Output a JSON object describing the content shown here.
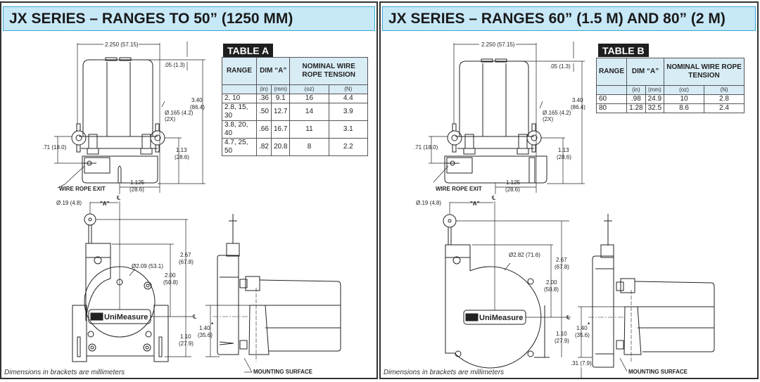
{
  "panels": [
    {
      "title": "JX SERIES – RANGES TO 50” (1250 MM)",
      "table": {
        "title": "TABLE A",
        "headers": {
          "range": "RANGE",
          "dim": "DIM “A”",
          "tension": "NOMINAL WIRE ROPE TENSION"
        },
        "units": [
          "(in)",
          "(mm)",
          "(oz)",
          "(N)"
        ],
        "rows": [
          [
            "2, 10",
            ".36",
            "9.1",
            "16",
            "4.4"
          ],
          [
            "2.8, 15, 30",
            ".50",
            "12.7",
            "14",
            "3.9"
          ],
          [
            "3.8, 20, 40",
            ".66",
            "16.7",
            "11",
            "3.1"
          ],
          [
            "4.7, 25, 50",
            ".82",
            "20.8",
            "8",
            "2.2"
          ]
        ]
      },
      "dims": {
        "width_top": "2.250 (57.15)",
        "gap": ".05 (1.3)",
        "height_total_in": "3.40",
        "height_total_mm": "(86.4)",
        "hole": "Ø.165 (4.2)",
        "hole_qty": "(2X)",
        "offset_left": ".71 (18.0)",
        "base_h_in": "1.13",
        "base_h_mm": "(28.6)",
        "half_w_in": "1.125",
        "half_w_mm": "(28.6)",
        "wire_exit": "WIRE ROPE EXIT",
        "eye": "Ø.19 (4.8)",
        "dim_a": "\"A\"",
        "drum": "Ø2.09 (53.1)",
        "h267_in": "2.67",
        "h267_mm": "(67.8)",
        "h200_in": "2.00",
        "h200_mm": "(50.8)",
        "h110_in": "1.10",
        "h110_mm": "(27.9)",
        "h140_in": "1.40",
        "h140_mm": "(35.6)",
        "star": "*",
        "mount": "MOUNTING SURFACE",
        "cl": "℄",
        "logo": "UniMeasure"
      },
      "note": "Dimensions in brackets are millimeters"
    },
    {
      "title": "JX SERIES – RANGES 60” (1.5 M) AND 80” (2 M)",
      "table": {
        "title": "TABLE B",
        "headers": {
          "range": "RANGE",
          "dim": "DIM “A”",
          "tension": "NOMINAL WIRE ROPE TENSION"
        },
        "units": [
          "(in)",
          "(mm)",
          "(oz)",
          "(N)"
        ],
        "rows": [
          [
            "60",
            ".98",
            "24.9",
            "10",
            "2.8"
          ],
          [
            "80",
            "1.28",
            "32.5",
            "8.6",
            "2.4"
          ]
        ]
      },
      "dims": {
        "width_top": "2.250 (57.15)",
        "gap": ".05 (1.3)",
        "height_total_in": "3.40",
        "height_total_mm": "(86.4)",
        "hole": "Ø.165 (4.2)",
        "hole_qty": "(2X)",
        "offset_left": ".71 (18.0)",
        "base_h_in": "1.13",
        "base_h_mm": "(28.6)",
        "half_w_in": "1.125",
        "half_w_mm": "(28.6)",
        "wire_exit": "WIRE ROPE EXIT",
        "eye": "Ø.19 (4.8)",
        "dim_a": "\"A\"",
        "drum": "Ø2.82 (71.6)",
        "h267_in": "2.67",
        "h267_mm": "(67.8)",
        "h200_in": "2.00",
        "h200_mm": "(50.8)",
        "h110_in": "1.10",
        "h110_mm": "(27.9)",
        "h140_in": "1.40",
        "h140_mm": "(35.6)",
        "star": "*",
        "bottom": ".31 (7.9)",
        "mount": "MOUNTING SURFACE",
        "cl": "℄",
        "logo": "UniMeasure"
      },
      "note": "Dimensions in brackets are millimeters"
    }
  ],
  "colors": {
    "header_bg": "#c7e8f7",
    "header_border": "#3aa6d6",
    "table_title_bg": "#1e1e1e",
    "table_head_bg": "#d8ecf6"
  }
}
